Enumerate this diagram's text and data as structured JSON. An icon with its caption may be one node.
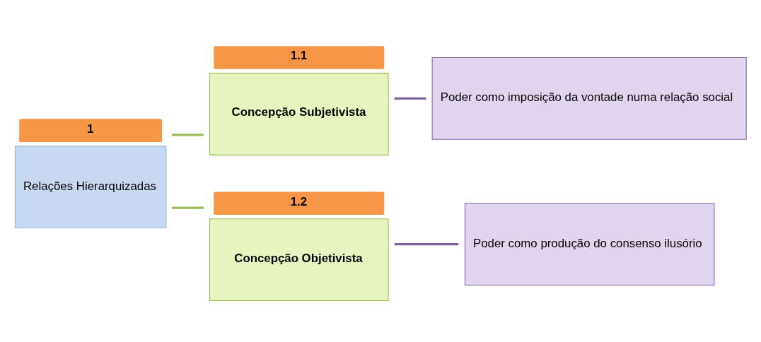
{
  "diagram": {
    "nodes": [
      {
        "text": [
          "Relações Hierarquizadas"
        ],
        "beside": [
          "1"
        ]
      },
      {
        "text": [
          "Concepção Subjetivista"
        ],
        "beside": [
          "1.1"
        ]
      },
      {
        "text": [
          "Concepção Objetivista"
        ],
        "beside": [
          "1.2"
        ]
      },
      {
        "text": [
          "Poder como imposição da vontade numa relação social"
        ]
      },
      {
        "text": [
          "Poder como produção do consenso ilusório"
        ]
      }
    ],
    "edges": [
      {
        "from": 0,
        "to": 1,
        "arrow": "none",
        "color": "#9bbb59"
      },
      {
        "from": 0,
        "to": 2,
        "arrow": "none",
        "color": "#9bbb59"
      },
      {
        "from": 1,
        "to": 3,
        "arrow": "none",
        "color": "#8064a2"
      },
      {
        "from": 2,
        "to": 4,
        "arrow": "none",
        "color": "#8064a2"
      }
    ]
  }
}
